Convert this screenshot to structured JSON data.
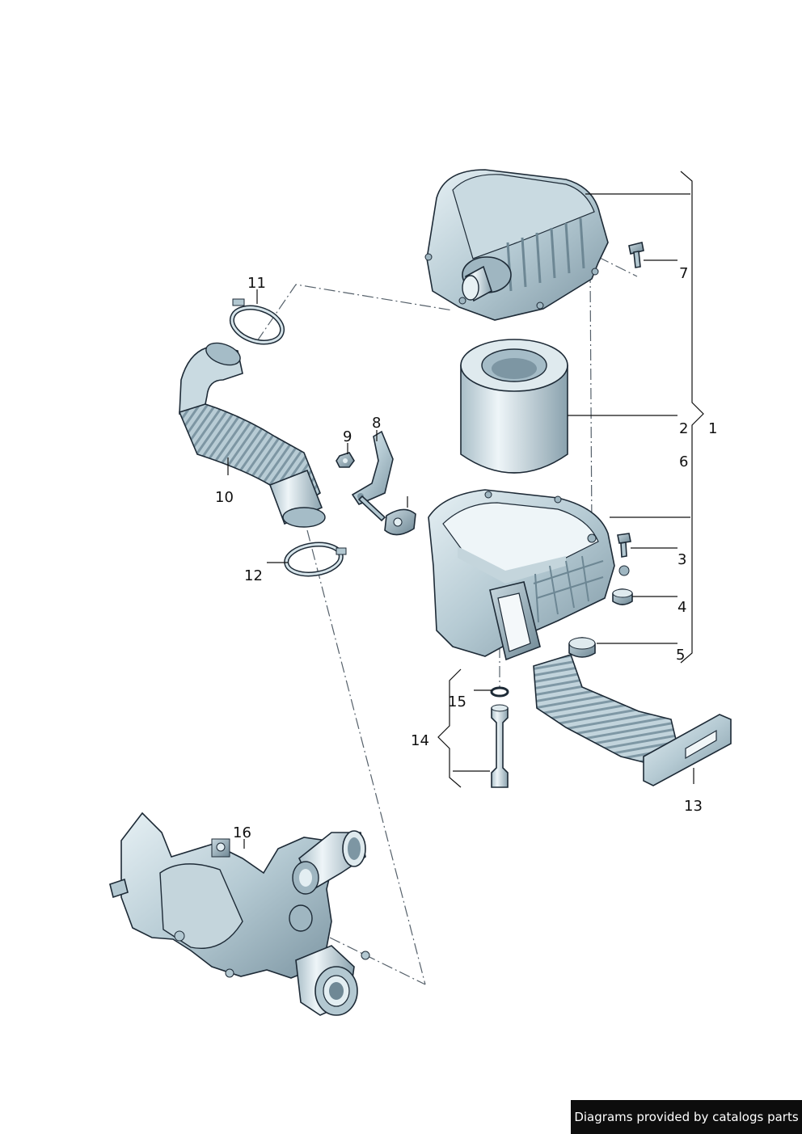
{
  "callouts": {
    "c1": "1",
    "c2": "2",
    "c3": "3",
    "c4": "4",
    "c5": "5",
    "c6": "6",
    "c7": "7",
    "c8": "8",
    "c9": "9",
    "c10": "10",
    "c11": "11",
    "c12": "12",
    "c13": "13",
    "c14": "14",
    "c15": "15",
    "c16": "16"
  },
  "credit": "Diagrams provided by catalogs parts",
  "colors": {
    "part_light": "#e3eef2",
    "part_mid": "#b3c8d1",
    "part_dark": "#7f98a5",
    "outline": "#1d2a36",
    "credit_bg": "#0d0d0d"
  }
}
